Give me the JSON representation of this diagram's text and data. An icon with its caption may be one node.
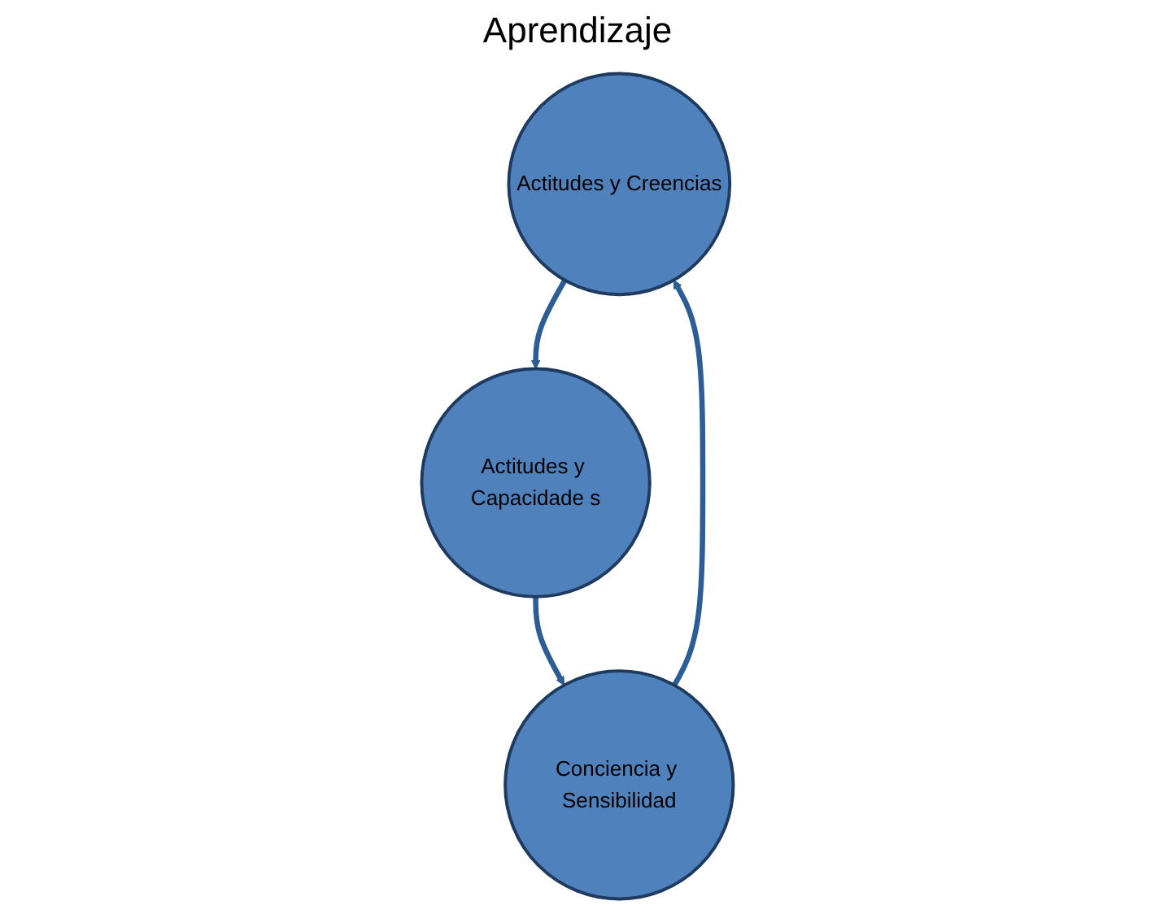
{
  "diagram": {
    "nodes": [
      {
        "text": [
          "Actitudes y Creencias"
        ]
      },
      {
        "text": [
          "Conciencia y Sensibilidad"
        ]
      },
      {
        "text": [
          "Actitudes y Capacidade s"
        ]
      }
    ],
    "edges": [
      {
        "from": 1,
        "to": 0,
        "arrow": "to"
      },
      {
        "from": 0,
        "to": 2,
        "arrow": "to"
      },
      {
        "from": 2,
        "to": 1,
        "arrow": "to"
      }
    ],
    "labels": [
      "Aprendizaje"
    ]
  }
}
